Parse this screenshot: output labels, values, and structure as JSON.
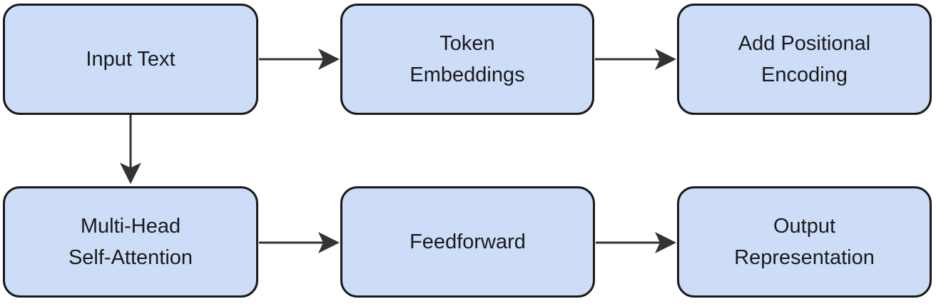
{
  "diagram": {
    "type": "flowchart",
    "background": "#ffffff",
    "colors": {
      "node_fill": "#cdddf8",
      "node_border": "#1a1a1a",
      "edge": "#333333",
      "text": "#1a1a1a"
    },
    "nodes": [
      {
        "id": "input-text",
        "lines": [
          "Input Text"
        ]
      },
      {
        "id": "token-embeddings",
        "lines": [
          "Token",
          "Embeddings"
        ]
      },
      {
        "id": "add-positional-encoding",
        "lines": [
          "Add Positional",
          "Encoding"
        ]
      },
      {
        "id": "multi-head-self-attention",
        "lines": [
          "Multi-Head",
          "Self-Attention"
        ]
      },
      {
        "id": "feedforward",
        "lines": [
          "Feedforward"
        ]
      },
      {
        "id": "output-representation",
        "lines": [
          "Output",
          "Representation"
        ]
      }
    ],
    "edges": [
      {
        "from": "input-text",
        "to": "token-embeddings",
        "direction": "right"
      },
      {
        "from": "token-embeddings",
        "to": "add-positional-encoding",
        "direction": "right"
      },
      {
        "from": "input-text",
        "to": "multi-head-self-attention",
        "direction": "down"
      },
      {
        "from": "multi-head-self-attention",
        "to": "feedforward",
        "direction": "right"
      },
      {
        "from": "feedforward",
        "to": "output-representation",
        "direction": "right"
      }
    ]
  }
}
